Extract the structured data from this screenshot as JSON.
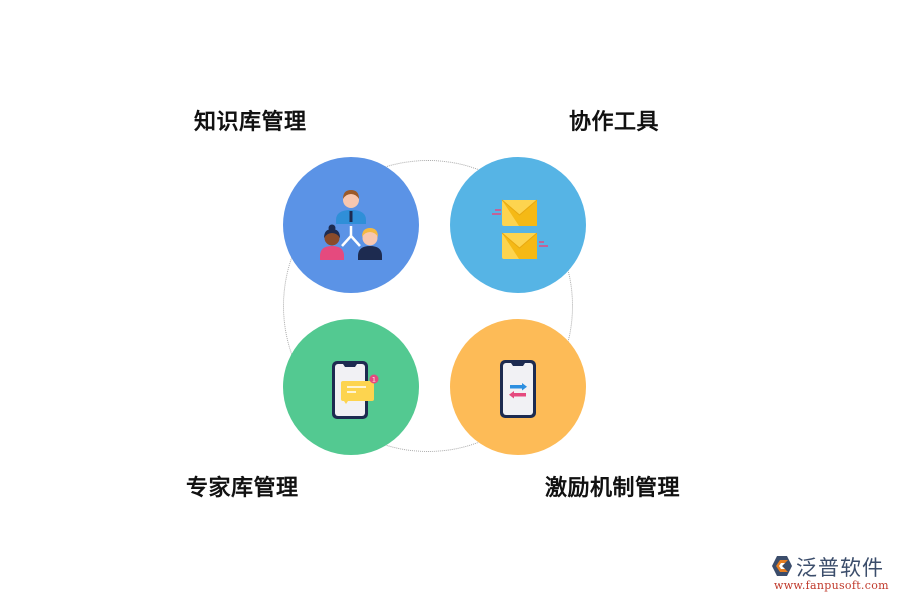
{
  "diagram": {
    "nodes": [
      {
        "id": "knowledge-base",
        "label": "知识库管理",
        "color": "#5b93e6",
        "icon": "team-hierarchy-icon"
      },
      {
        "id": "collaboration",
        "label": "协作工具",
        "color": "#56b4e5",
        "icon": "envelopes-icon"
      },
      {
        "id": "expert-base",
        "label": "专家库管理",
        "color": "#53c991",
        "icon": "phone-message-icon"
      },
      {
        "id": "incentive",
        "label": "激励机制管理",
        "color": "#fdbb57",
        "icon": "phone-transfer-icon"
      }
    ],
    "notification_count": "1",
    "ring_style": "dotted",
    "ring_color": "#a8a8a8"
  },
  "watermark": {
    "name": "泛普软件",
    "url": "www.fanpusoft.com"
  }
}
